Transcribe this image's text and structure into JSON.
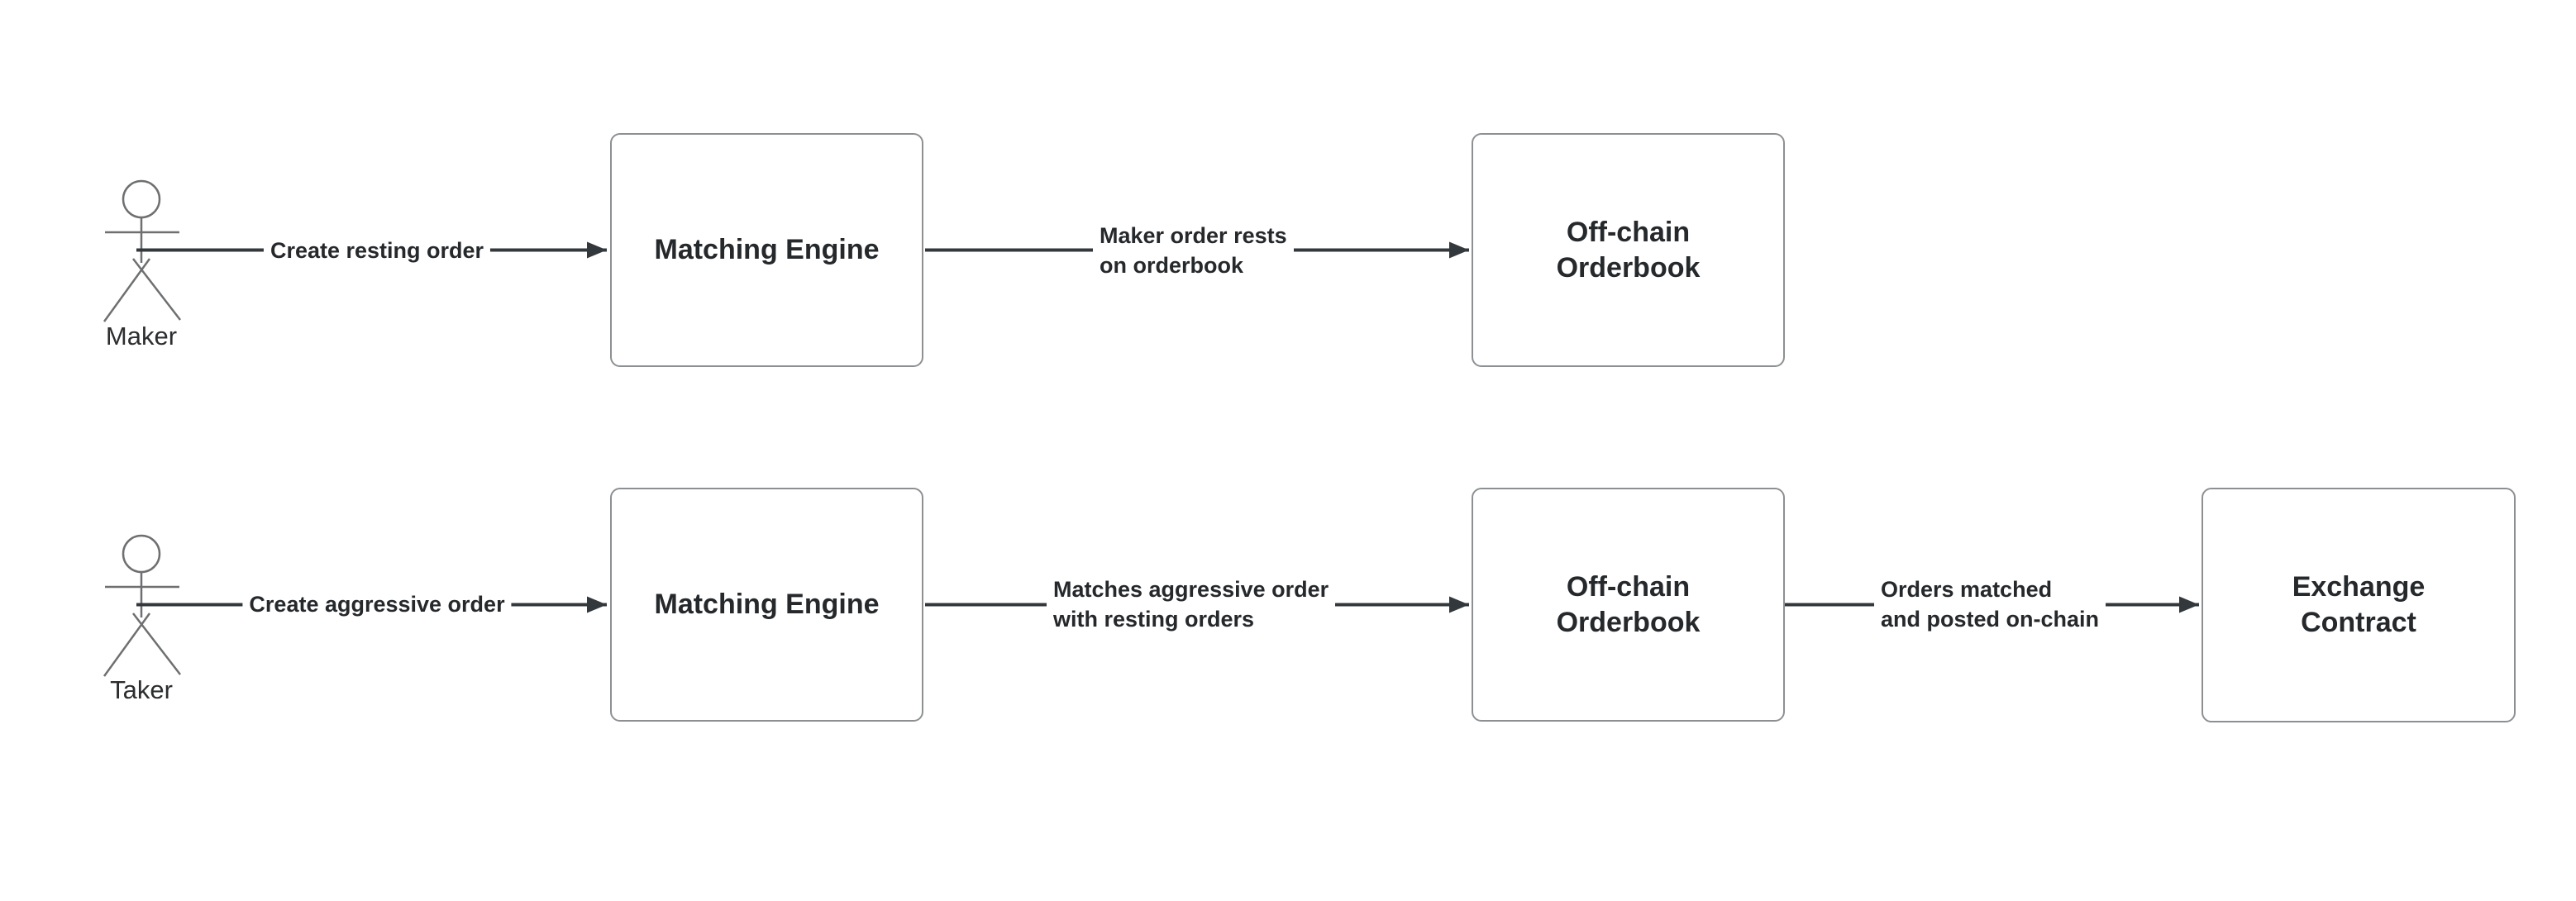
{
  "canvas": {
    "background": "#ffffff",
    "colors": {
      "node_fill": "#ffffff",
      "node_border": "#8d9093",
      "text": "#26292c",
      "arrow": "#33383c",
      "actor_stroke": "#6e6f71"
    }
  },
  "actors": [
    {
      "label": "Maker"
    },
    {
      "label": "Taker"
    }
  ],
  "nodes": [
    {
      "label": "Matching Engine"
    },
    {
      "label": "Off-chain\nOrderbook"
    },
    {
      "label": "Matching Engine"
    },
    {
      "label": "Off-chain\nOrderbook"
    },
    {
      "label": "Exchange\nContract"
    }
  ],
  "edges": [
    {
      "from": "Maker",
      "to": "Matching Engine",
      "label": "Create resting order"
    },
    {
      "from": "Matching Engine",
      "to": "Off-chain Orderbook",
      "label": "Maker order rests\non orderbook"
    },
    {
      "from": "Taker",
      "to": "Matching Engine",
      "label": "Create aggressive order"
    },
    {
      "from": "Matching Engine",
      "to": "Off-chain Orderbook",
      "label": "Matches aggressive order\nwith resting orders"
    },
    {
      "from": "Off-chain Orderbook",
      "to": "Exchange Contract",
      "label": "Orders matched\nand posted on-chain"
    }
  ]
}
